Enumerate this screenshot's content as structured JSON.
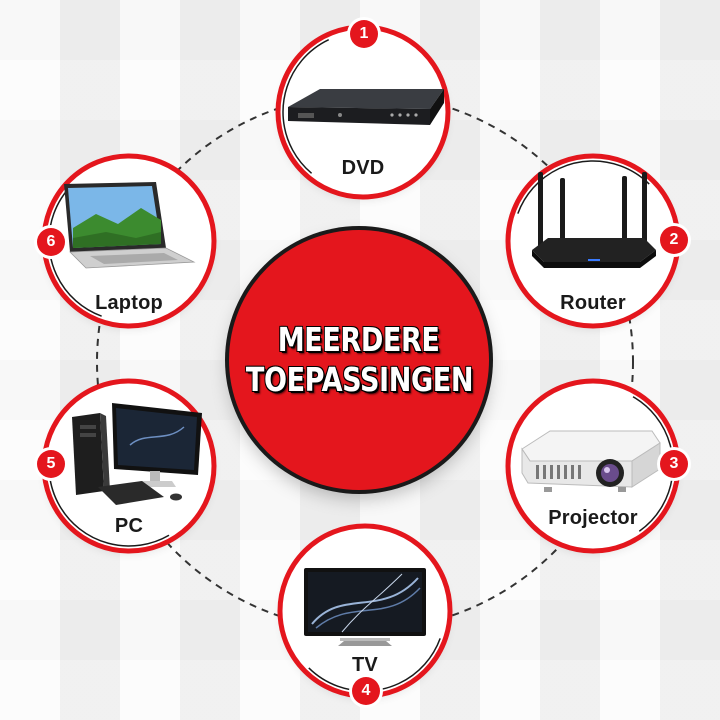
{
  "headline": {
    "line1": "MEERDERE",
    "line2": "TOEPASSINGEN"
  },
  "colors": {
    "accent": "#e4161d",
    "outline": "#1a1a1a",
    "ring_dash": "#333333"
  },
  "devices": [
    {
      "number": "1",
      "label": "DVD",
      "icon": "dvd-player-icon"
    },
    {
      "number": "2",
      "label": "Router",
      "icon": "router-icon"
    },
    {
      "number": "3",
      "label": "Projector",
      "icon": "projector-icon"
    },
    {
      "number": "4",
      "label": "TV",
      "icon": "tv-icon"
    },
    {
      "number": "5",
      "label": "PC",
      "icon": "desktop-pc-icon"
    },
    {
      "number": "6",
      "label": "Laptop",
      "icon": "laptop-icon"
    }
  ]
}
